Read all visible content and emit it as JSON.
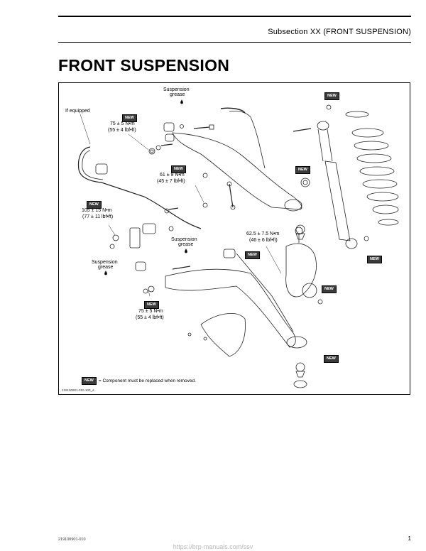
{
  "header": {
    "subsection": "Subsection XX (FRONT SUSPENSION)"
  },
  "title": "FRONT SUSPENSION",
  "figure": {
    "labels": {
      "if_equipped": "If equipped",
      "grease_top_1": "Suspension",
      "grease_top_2": "grease",
      "grease_mid_1": "Suspension",
      "grease_mid_2": "grease",
      "grease_left_1": "Suspension",
      "grease_left_2": "grease"
    },
    "torques": {
      "t1_nm": "75 ± 5 N•m",
      "t1_lbf": "(55 ± 4 lbf•ft)",
      "t2_nm": "61 ± 9 N•m",
      "t2_lbf": "(45 ± 7 lbf•ft)",
      "t3_nm": "105 ± 15 N•m",
      "t3_lbf": "(77 ± 11 lbf•ft)",
      "t4_nm": "62.5 ± 7.5 N•m",
      "t4_lbf": "(46 ± 6 lbf•ft)",
      "t5_nm": "75 ± 5 N•m",
      "t5_lbf": "(55 ± 4 lbf•ft)"
    },
    "badge_text": "NEW",
    "legend_text": "= Component must be replaced when removed.",
    "figure_code": "219100901-010-100_a"
  },
  "footer": {
    "doc_code": "219100901-010",
    "page_number": "1",
    "url": "https://brp-manuals.com/ssv"
  }
}
